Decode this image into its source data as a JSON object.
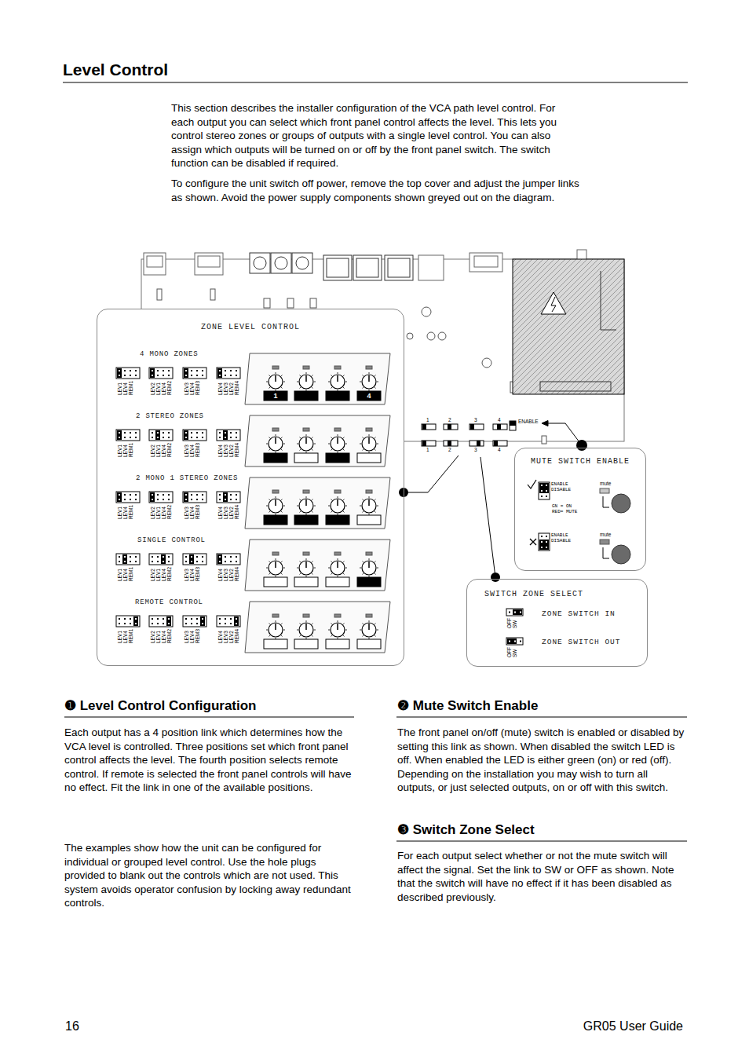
{
  "diagram": {
    "title": "Level Control",
    "nodes": [
      {
        "text": [
          "ZONE LEVEL CONTROL"
        ]
      },
      {
        "text": [
          "MUTE SWITCH ENABLE"
        ]
      },
      {
        "text": [
          "SWITCH ZONE SELECT"
        ]
      }
    ],
    "labels": [
      "This section describes the installer configuration of the VCA path level control. For each output you can select which front panel control affects the level. This lets you control stereo zones or groups of outputs with a single level control. You can also assign which outputs will be turned on or off by the front panel switch. The switch function can be disabled if required.",
      "To configure the unit switch off power, remove the top cover and adjust the jumper links as shown. Avoid the power supply components shown greyed out on the diagram.",
      "4 MONO ZONES",
      "2 STEREO ZONES",
      "2 MONO 1 STEREO ZONES",
      "SINGLE CONTROL",
      "REMOTE CONTROL",
      "LEV1 LEV4 REM1",
      "LEV2 LEV1 LEV4 REM2",
      "LEV3 LEV4 REM3",
      "LEV4 LEV3 LEV2 REM4",
      "LEV1 LEV4 REM1",
      "LEV2 LEV1 LEV4 REM2",
      "LEV3 LEV4 REM3",
      "LEV4 LEV3 LEV2 REM4",
      "LEV1 LEV4 REM1",
      "LEV2 LEV1 LEV4 REM2",
      "LEV3 LEV4 REM3",
      "LEV4 LEV3 LEV2 REM4",
      "LEV1 LEV4 REM1",
      "LEV2 LEV1 LEV4 REM2",
      "LEV3 LEV4 REM3",
      "LEV4 LEV3 LEV2 REM4",
      "LEV1 LEV4 REM1",
      "LEV2 LEV1 LEV4 REM2",
      "LEV3 LEV4 REM3",
      "LEV4 LEV3 LEV2 REM4",
      "1",
      "4",
      "1",
      "2",
      "3",
      "4",
      "1",
      "2",
      "3",
      "4",
      "ENABLE",
      "ENABLE DISABLE",
      "mute",
      "GN = ON RED= MUTE",
      "ENABLE DISABLE",
      "mute",
      "OFF SW",
      "ZONE SWITCH IN",
      "OFF SW",
      "ZONE SWITCH OUT",
      "❶ Level Control Configuration",
      "Each output has a 4 position link which determines how the VCA level is controlled. Three positions set which front panel control affects the level. The fourth position selects remote control. If remote is selected the front panel controls will have no effect. Fit the link in one of the available positions.",
      "The examples show how the unit can be configured for individual or grouped level control. Use the hole plugs provided to blank out the controls which are not used. This system avoids operator confusion by locking away redundant controls.",
      "❷ Mute Switch Enable",
      "The front panel on/off (mute) switch is enabled or disabled by setting this link as shown. When disabled the switch LED is off. When enabled the LED is either green (on) or red (off). Depending on the installation you may wish to turn all outputs, or just selected outputs, on or off with this switch.",
      "❸ Switch Zone Select",
      "For each output select whether or not the mute switch will affect the signal. Set the link to SW or OFF as shown. Note that the switch will have no effect if it has been disabled as described previously.",
      "16",
      "GR05 User Guide"
    ]
  }
}
